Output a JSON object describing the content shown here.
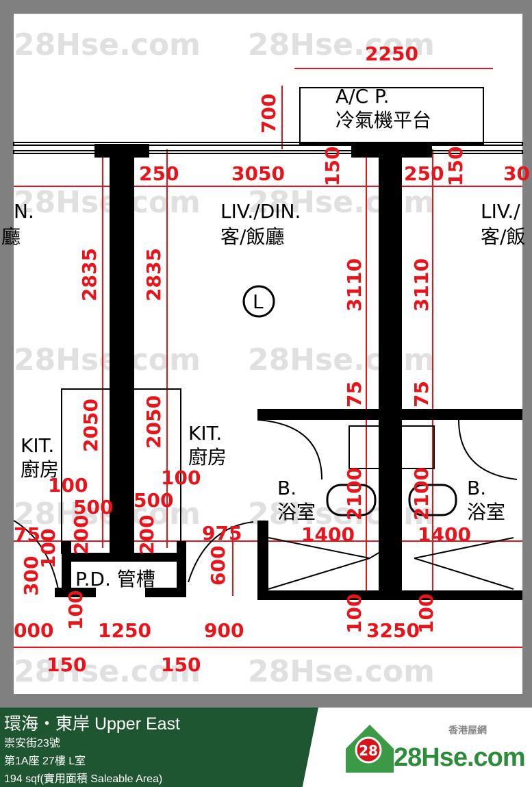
{
  "plan": {
    "labels": {
      "ac_en": "A/C P.",
      "ac_zh": "冷氣機平台",
      "liv_en": "LIV./DIN.",
      "liv_zh": "客/飯廳",
      "liv_en_right": "LIV./",
      "liv_zh_right": "客/飯",
      "liv_en_left": "N.",
      "liv_zh_left": "廳",
      "unit_marker": "L",
      "kit_en": "KIT.",
      "kit_zh": "廚房",
      "bath_en": "B.",
      "bath_zh": "浴室",
      "pd": "P.D. 管槽"
    },
    "dimensions": {
      "ac_width": "2250",
      "ac_depth": "700",
      "wall_top_left": "250",
      "liv_width": "3050",
      "gap_150_a": "150",
      "wall_top_right": "250",
      "gap_150_b": "150",
      "cut_right": "30",
      "kit_height_l": "2835",
      "kit_height_r": "2835",
      "liv_height_l": "3110",
      "liv_height_r": "3110",
      "bath_75_l": "75",
      "bath_75_r": "75",
      "kit_2050_l": "2050",
      "kit_2050_r": "2050",
      "kit_100_l": "100",
      "kit_100_r": "100",
      "kit_500_l": "500",
      "kit_500_r": "500",
      "kit_200_l": "200",
      "kit_200_r": "200",
      "bath_2100_l": "2100",
      "bath_2100_r": "2100",
      "bath_1400_l": "1400",
      "bath_1400_r": "1400",
      "door_975": "975",
      "door_600": "600",
      "left_300": "300",
      "left_100": "100",
      "left_75": "75",
      "bottom_000": "000",
      "bottom_100": "100",
      "bottom_1250": "1250",
      "bottom_900": "900",
      "bottom_3250": "3250",
      "bottom_100_a": "100",
      "bottom_100_b": "100",
      "bottom_150_a": "150",
      "bottom_150_b": "150"
    },
    "watermark": "28Hse.com"
  },
  "banner": {
    "title": "環海・東岸 Upper East",
    "address": "崇安街23號",
    "unit": "第1A座 27樓 L室",
    "area": "194 sqf(實用面積 Saleable Area)",
    "logo_sub": "香港屋網",
    "logo_text": "28Hse.com",
    "logo_badge": "28",
    "color_green": "#1e5631",
    "color_red": "#e8141c"
  }
}
